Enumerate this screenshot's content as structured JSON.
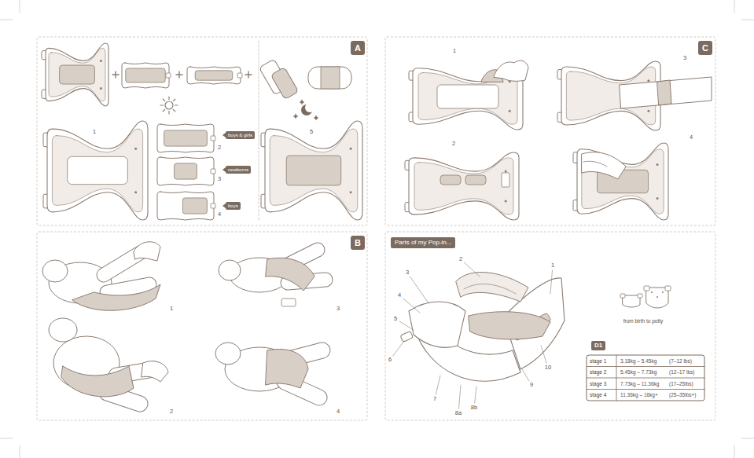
{
  "diagram": {
    "nodes": [
      {
        "text": [
          "A"
        ]
      },
      {
        "text": [
          "boys & girls"
        ]
      },
      {
        "text": [
          "newborns"
        ]
      },
      {
        "text": [
          "boys"
        ]
      },
      {
        "text": [
          "C"
        ]
      },
      {
        "text": [
          "B"
        ]
      },
      {
        "text": [
          "Parts of my Pop-in..."
        ]
      },
      {
        "text": [
          "D1"
        ]
      }
    ],
    "labels": [
      "1",
      "2",
      "3",
      "4",
      "5",
      "1",
      "2",
      "3",
      "4",
      "1",
      "2",
      "3",
      "4",
      "1",
      "2",
      "3",
      "4",
      "5",
      "6",
      "7",
      "8a",
      "8b",
      "9",
      "10",
      "from birth to potty",
      "stage 1",
      "3.18kg – 5.45kg",
      "(7–12 lbs)",
      "stage 2",
      "5.45kg – 7.73kg",
      "(12–17 lbs)",
      "stage 3",
      "7.73kg – 11.36kg",
      "(17–25lbs)",
      "stage 4",
      "11.36kg – 16kg+",
      "(25–35lbs+)"
    ]
  }
}
